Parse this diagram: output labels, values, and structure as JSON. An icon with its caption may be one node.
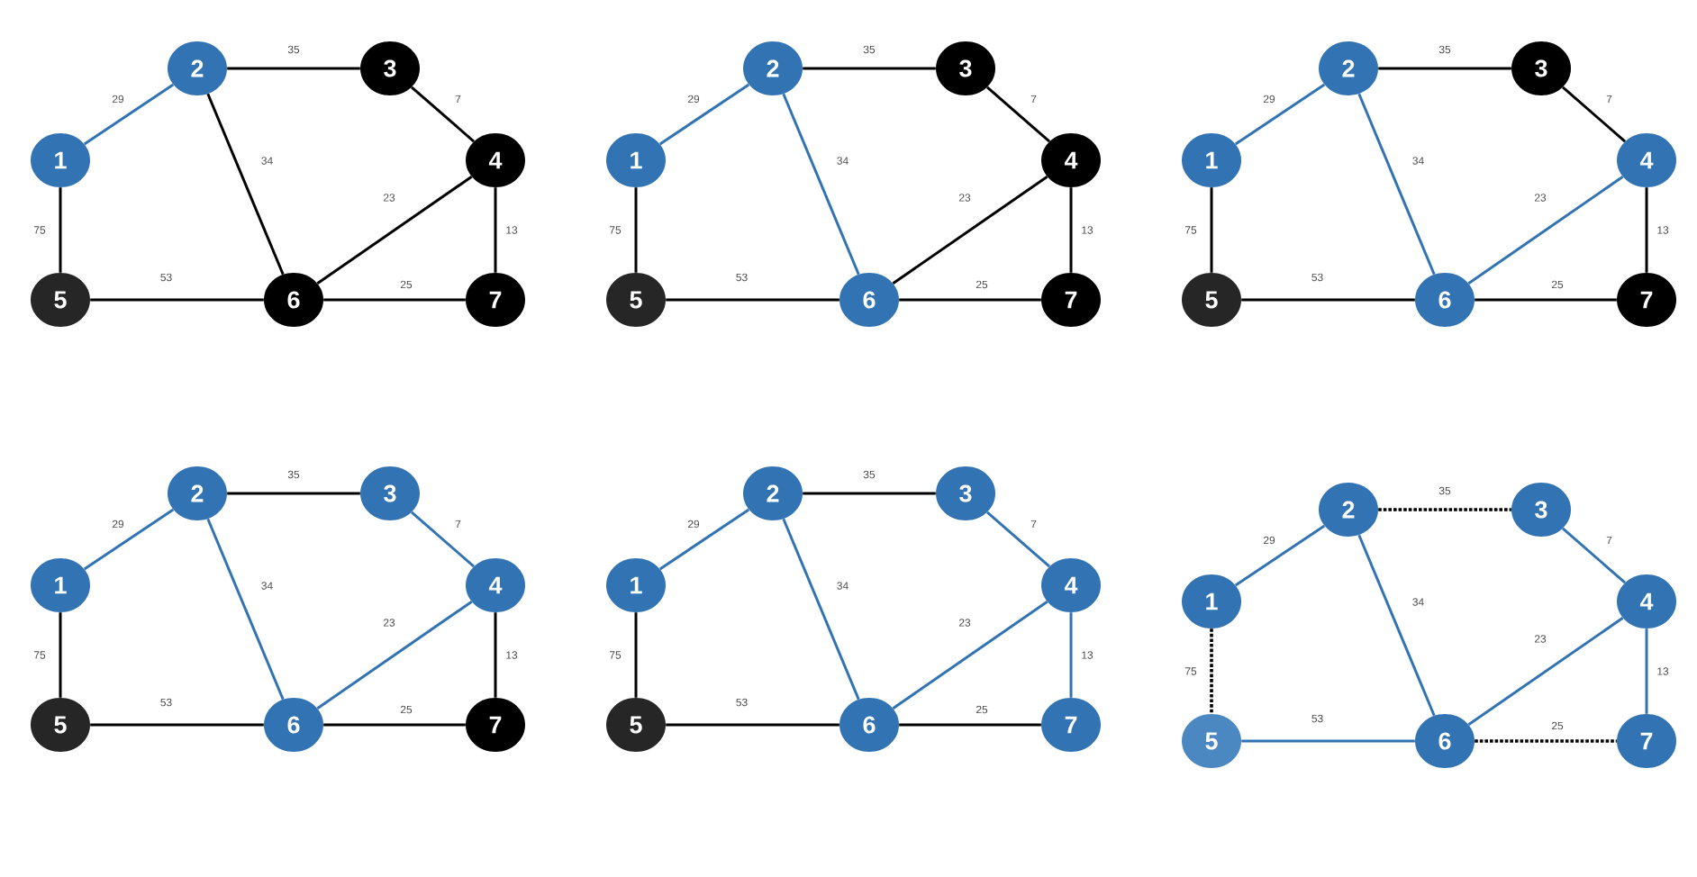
{
  "diagram": {
    "nodes": [
      {
        "text": [
          "1"
        ]
      },
      {
        "text": [
          "2"
        ]
      },
      {
        "text": [
          "3"
        ]
      },
      {
        "text": [
          "4"
        ]
      },
      {
        "text": [
          "5"
        ]
      },
      {
        "text": [
          "6"
        ]
      },
      {
        "text": [
          "7"
        ]
      },
      {
        "text": [
          "1"
        ]
      },
      {
        "text": [
          "2"
        ]
      },
      {
        "text": [
          "3"
        ]
      },
      {
        "text": [
          "4"
        ]
      },
      {
        "text": [
          "5"
        ]
      },
      {
        "text": [
          "6"
        ]
      },
      {
        "text": [
          "7"
        ]
      },
      {
        "text": [
          "1"
        ]
      },
      {
        "text": [
          "2"
        ]
      },
      {
        "text": [
          "3"
        ]
      },
      {
        "text": [
          "4"
        ]
      },
      {
        "text": [
          "5"
        ]
      },
      {
        "text": [
          "6"
        ]
      },
      {
        "text": [
          "7"
        ]
      },
      {
        "text": [
          "1"
        ]
      },
      {
        "text": [
          "2"
        ]
      },
      {
        "text": [
          "3"
        ]
      },
      {
        "text": [
          "4"
        ]
      },
      {
        "text": [
          "5"
        ]
      },
      {
        "text": [
          "6"
        ]
      },
      {
        "text": [
          "7"
        ]
      },
      {
        "text": [
          "1"
        ]
      },
      {
        "text": [
          "2"
        ]
      },
      {
        "text": [
          "3"
        ]
      },
      {
        "text": [
          "4"
        ]
      },
      {
        "text": [
          "5"
        ]
      },
      {
        "text": [
          "6"
        ]
      },
      {
        "text": [
          "7"
        ]
      },
      {
        "text": [
          "1"
        ]
      },
      {
        "text": [
          "2"
        ]
      },
      {
        "text": [
          "3"
        ]
      },
      {
        "text": [
          "4"
        ]
      },
      {
        "text": [
          "5"
        ]
      },
      {
        "text": [
          "6"
        ]
      },
      {
        "text": [
          "7"
        ]
      }
    ],
    "edges": [
      {
        "from": 0,
        "to": 1,
        "arrow": "none",
        "label": "29",
        "color": "#3173b3"
      },
      {
        "from": 1,
        "to": 2,
        "arrow": "none",
        "label": "35"
      },
      {
        "from": 2,
        "to": 3,
        "arrow": "none",
        "label": "7"
      },
      {
        "from": 1,
        "to": 5,
        "arrow": "none",
        "label": "34"
      },
      {
        "from": 3,
        "to": 5,
        "arrow": "none",
        "label": "23"
      },
      {
        "from": 3,
        "to": 6,
        "arrow": "none",
        "label": "13"
      },
      {
        "from": 0,
        "to": 4,
        "arrow": "none",
        "label": "75"
      },
      {
        "from": 4,
        "to": 5,
        "arrow": "none",
        "label": "53"
      },
      {
        "from": 5,
        "to": 6,
        "arrow": "none",
        "label": "25"
      },
      {
        "from": 7,
        "to": 8,
        "arrow": "none",
        "label": "29",
        "color": "#3173b3"
      },
      {
        "from": 8,
        "to": 9,
        "arrow": "none",
        "label": "35"
      },
      {
        "from": 9,
        "to": 10,
        "arrow": "none",
        "label": "7"
      },
      {
        "from": 8,
        "to": 12,
        "arrow": "none",
        "label": "34",
        "color": "#3173b3"
      },
      {
        "from": 10,
        "to": 12,
        "arrow": "none",
        "label": "23"
      },
      {
        "from": 10,
        "to": 13,
        "arrow": "none",
        "label": "13"
      },
      {
        "from": 7,
        "to": 11,
        "arrow": "none",
        "label": "75"
      },
      {
        "from": 11,
        "to": 12,
        "arrow": "none",
        "label": "53"
      },
      {
        "from": 12,
        "to": 13,
        "arrow": "none",
        "label": "25"
      },
      {
        "from": 14,
        "to": 15,
        "arrow": "none",
        "label": "29",
        "color": "#3173b3"
      },
      {
        "from": 15,
        "to": 16,
        "arrow": "none",
        "label": "35"
      },
      {
        "from": 16,
        "to": 17,
        "arrow": "none",
        "label": "7"
      },
      {
        "from": 15,
        "to": 19,
        "arrow": "none",
        "label": "34",
        "color": "#3173b3"
      },
      {
        "from": 17,
        "to": 19,
        "arrow": "none",
        "label": "23",
        "color": "#3173b3"
      },
      {
        "from": 17,
        "to": 20,
        "arrow": "none",
        "label": "13"
      },
      {
        "from": 14,
        "to": 18,
        "arrow": "none",
        "label": "75"
      },
      {
        "from": 18,
        "to": 19,
        "arrow": "none",
        "label": "53"
      },
      {
        "from": 19,
        "to": 20,
        "arrow": "none",
        "label": "25"
      },
      {
        "from": 21,
        "to": 22,
        "arrow": "none",
        "label": "29",
        "color": "#3173b3"
      },
      {
        "from": 22,
        "to": 23,
        "arrow": "none",
        "label": "35"
      },
      {
        "from": 23,
        "to": 24,
        "arrow": "none",
        "label": "7",
        "color": "#3173b3"
      },
      {
        "from": 22,
        "to": 26,
        "arrow": "none",
        "label": "34",
        "color": "#3173b3"
      },
      {
        "from": 24,
        "to": 26,
        "arrow": "none",
        "label": "23",
        "color": "#3173b3"
      },
      {
        "from": 24,
        "to": 27,
        "arrow": "none",
        "label": "13"
      },
      {
        "from": 21,
        "to": 25,
        "arrow": "none",
        "label": "75"
      },
      {
        "from": 25,
        "to": 26,
        "arrow": "none",
        "label": "53"
      },
      {
        "from": 26,
        "to": 27,
        "arrow": "none",
        "label": "25"
      },
      {
        "from": 28,
        "to": 29,
        "arrow": "none",
        "label": "29",
        "color": "#3173b3"
      },
      {
        "from": 29,
        "to": 30,
        "arrow": "none",
        "label": "35"
      },
      {
        "from": 30,
        "to": 31,
        "arrow": "none",
        "label": "7",
        "color": "#3173b3"
      },
      {
        "from": 29,
        "to": 33,
        "arrow": "none",
        "label": "34",
        "color": "#3173b3"
      },
      {
        "from": 31,
        "to": 33,
        "arrow": "none",
        "label": "23",
        "color": "#3173b3"
      },
      {
        "from": 31,
        "to": 34,
        "arrow": "none",
        "label": "13",
        "color": "#3173b3"
      },
      {
        "from": 28,
        "to": 32,
        "arrow": "none",
        "label": "75"
      },
      {
        "from": 32,
        "to": 33,
        "arrow": "none",
        "label": "53"
      },
      {
        "from": 33,
        "to": 34,
        "arrow": "none",
        "label": "25"
      },
      {
        "from": 35,
        "to": 36,
        "arrow": "none",
        "label": "29",
        "color": "#3173b3"
      },
      {
        "from": 36,
        "to": 37,
        "arrow": "none",
        "label": "35",
        "style": "dashed"
      },
      {
        "from": 37,
        "to": 38,
        "arrow": "none",
        "label": "7",
        "color": "#3173b3"
      },
      {
        "from": 36,
        "to": 40,
        "arrow": "none",
        "label": "34",
        "color": "#3173b3"
      },
      {
        "from": 38,
        "to": 40,
        "arrow": "none",
        "label": "23",
        "color": "#3173b3"
      },
      {
        "from": 38,
        "to": 41,
        "arrow": "none",
        "label": "13",
        "color": "#3173b3"
      },
      {
        "from": 35,
        "to": 39,
        "arrow": "none",
        "label": "75",
        "style": "dashed"
      },
      {
        "from": 39,
        "to": 40,
        "arrow": "none",
        "label": "53",
        "color": "#3173b3"
      },
      {
        "from": 40,
        "to": 41,
        "arrow": "none",
        "label": "25",
        "style": "dashed"
      }
    ]
  }
}
